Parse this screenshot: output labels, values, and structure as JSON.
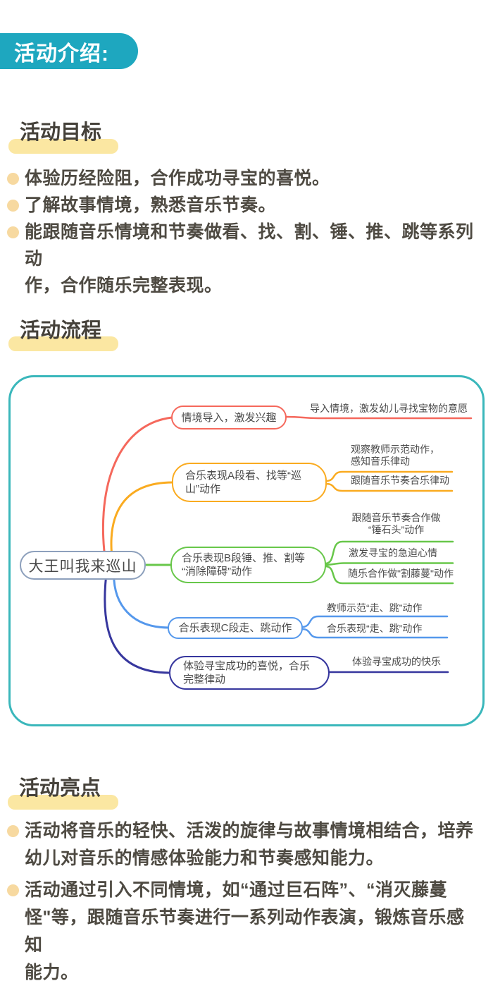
{
  "badge": "活动介绍:",
  "goals": {
    "heading": "活动目标",
    "bullets": [
      "体验历经险阻，合作成功寻宝的喜悦。",
      "了解故事情境，熟悉音乐节奏。",
      "能跟随音乐情境和节奏做看、找、割、锤、推、跳等系列动\n作，合作随乐完整表现。"
    ]
  },
  "process": {
    "heading": "活动流程",
    "mindmap": {
      "root": "大王叫我来巡山",
      "branches": [
        {
          "color": "#f5685c",
          "node": "情境导入，激发兴趣",
          "children": [
            "导入情境，激发幼儿寻找宝物的意愿"
          ]
        },
        {
          "color": "#faab20",
          "node": "合乐表现A段看、找等“巡\n山”动作",
          "children": [
            "观察教师示范动作，\n感知音乐律动",
            "跟随音乐节奏合乐律动"
          ]
        },
        {
          "color": "#68c74a",
          "node": "合乐表现B段锤、推、割等\n“消除障碍”动作",
          "children": [
            "跟随音乐节奏合作做\n“锤石头”动作",
            "激发寻宝的急迫心情",
            "随乐合作做\"割藤蔓\"动作"
          ]
        },
        {
          "color": "#5598ec",
          "node": "合乐表现C段走、跳动作",
          "children": [
            "教师示范“走、跳”动作",
            "合乐表现“走、跳”动作"
          ]
        },
        {
          "color": "#37379e",
          "node": "体验寻宝成功的喜悦，合乐\n完整律动",
          "children": [
            "体验寻宝成功的快乐"
          ]
        }
      ]
    }
  },
  "highlights": {
    "heading": "活动亮点",
    "bullets": [
      "活动将音乐的轻快、活泼的旋律与故事情境相结合，培养\n幼儿对音乐的情感体验能力和节奏感知能力。",
      "活动通过引入不同情境，如“通过巨石阵”、“消灭藤蔓\n怪\"等，跟随音乐节奏进行一系列动作表演，锻炼音乐感知\n能力。"
    ]
  },
  "colors": {
    "badge_teal": "#1ea7bf",
    "map_border_teal": "#3ab7bb",
    "marker_yellow": "#fbe7a2",
    "bullet_dot": "#f7d9a0",
    "body_text": "#4e4a42",
    "branch_red": "#f5685c",
    "branch_orange": "#faab20",
    "branch_green": "#68c74a",
    "branch_blue": "#5598ec",
    "branch_indigo": "#37379e",
    "root_border": "#8da0bc"
  }
}
